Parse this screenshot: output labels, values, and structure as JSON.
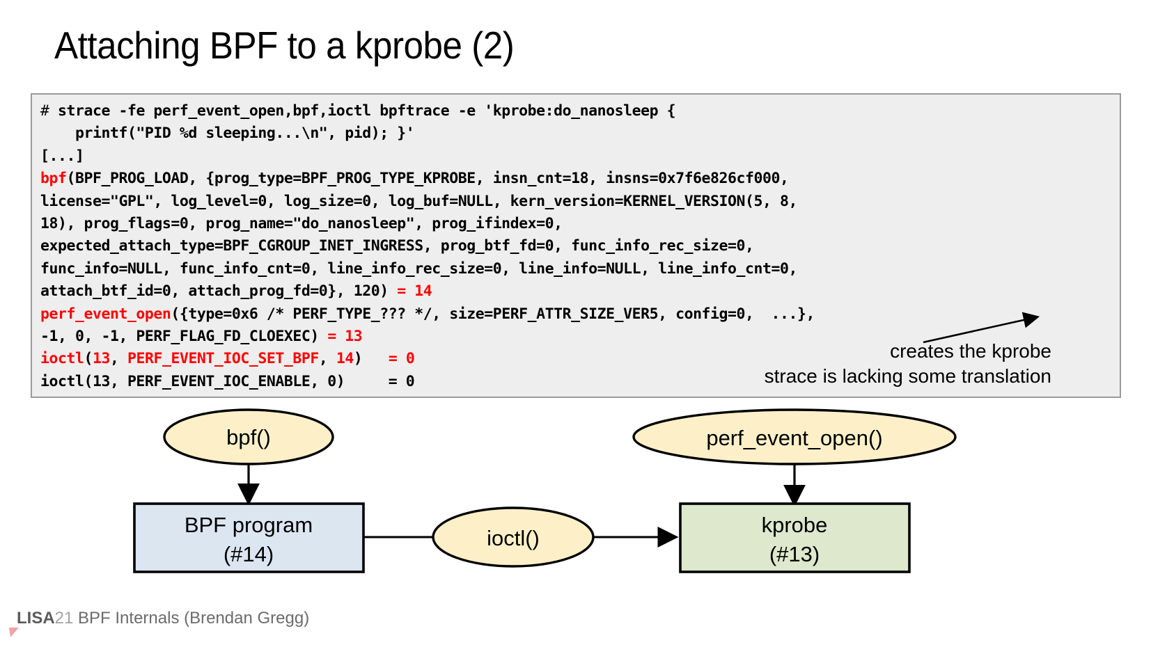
{
  "slide": {
    "title": "Attaching BPF to a kprobe (2)"
  },
  "code_block": {
    "lines": [
      {
        "id": "l1",
        "segments": [
          {
            "text": "# ",
            "style": "plain"
          },
          {
            "text": "strace -fe perf_event_open,bpf,ioctl bpftrace -e 'kprobe:do_nanosleep {",
            "style": "bold"
          }
        ]
      },
      {
        "id": "l2",
        "segments": [
          {
            "text": "    printf(\"PID %d sleeping...\\n\", pid); }'",
            "style": "bold"
          }
        ]
      },
      {
        "id": "l3",
        "segments": [
          {
            "text": "[...]",
            "style": "bold"
          }
        ]
      },
      {
        "id": "l4",
        "segments": [
          {
            "text": "bpf",
            "style": "red"
          },
          {
            "text": "(BPF_PROG_LOAD, {prog_type=BPF_PROG_TYPE_KPROBE, insn_cnt=18, insns=0x7f6e826cf000,",
            "style": "bold"
          }
        ]
      },
      {
        "id": "l5",
        "segments": [
          {
            "text": "license=\"GPL\", log_level=0, log_size=0, log_buf=NULL, kern_version=KERNEL_VERSION(5, 8,",
            "style": "bold"
          }
        ]
      },
      {
        "id": "l6",
        "segments": [
          {
            "text": "18), prog_flags=0, prog_name=\"do_nanosleep\", prog_ifindex=0,",
            "style": "bold"
          }
        ]
      },
      {
        "id": "l7",
        "segments": [
          {
            "text": "expected_attach_type=BPF_CGROUP_INET_INGRESS, prog_btf_fd=0, func_info_rec_size=0,",
            "style": "bold"
          }
        ]
      },
      {
        "id": "l8",
        "segments": [
          {
            "text": "func_info=NULL, func_info_cnt=0, line_info_rec_size=0, line_info=NULL, line_info_cnt=0,",
            "style": "bold"
          }
        ]
      },
      {
        "id": "l9",
        "segments": [
          {
            "text": "attach_btf_id=0, attach_prog_fd=0}, 120) ",
            "style": "bold"
          },
          {
            "text": "= 14",
            "style": "red"
          }
        ]
      },
      {
        "id": "l10",
        "segments": [
          {
            "text": "perf_event_open",
            "style": "red"
          },
          {
            "text": "({type=0x6 /* PERF_TYPE_??? */, size=PERF_ATTR_SIZE_VER5, config=0,  ...},",
            "style": "bold"
          }
        ]
      },
      {
        "id": "l11",
        "segments": [
          {
            "text": "-1, 0, -1, PERF_FLAG_FD_CLOEXEC) ",
            "style": "bold"
          },
          {
            "text": "= 13",
            "style": "red"
          }
        ]
      },
      {
        "id": "l12",
        "segments": [
          {
            "text": "ioctl",
            "style": "red"
          },
          {
            "text": "(",
            "style": "bold"
          },
          {
            "text": "13",
            "style": "red"
          },
          {
            "text": ", ",
            "style": "bold"
          },
          {
            "text": "PERF_EVENT_IOC_SET_BPF",
            "style": "red"
          },
          {
            "text": ", ",
            "style": "bold"
          },
          {
            "text": "14",
            "style": "red"
          },
          {
            "text": ")   ",
            "style": "bold"
          },
          {
            "text": "= 0",
            "style": "red"
          }
        ]
      },
      {
        "id": "l13",
        "segments": [
          {
            "text": "ioctl(13, PERF_EVENT_IOC_ENABLE, 0)     = 0",
            "style": "bold"
          }
        ]
      }
    ],
    "background_color": "#eeeeee",
    "border_color": "#9a9a9a",
    "highlight_color": "#ff0000"
  },
  "callouts": {
    "creates_kprobe": "creates the kprobe",
    "strace_translation": "strace is lacking some translation"
  },
  "diagram": {
    "nodes": [
      {
        "id": "bpf-call",
        "label": "bpf()",
        "shape": "ellipse",
        "fill": "#fdf0c8"
      },
      {
        "id": "perf-event-open-call",
        "label": "perf_event_open()",
        "shape": "ellipse",
        "fill": "#fdf0c8"
      },
      {
        "id": "ioctl-call",
        "label": "ioctl()",
        "shape": "ellipse",
        "fill": "#fdf0c8"
      },
      {
        "id": "bpf-program",
        "label_line1": "BPF program",
        "label_line2": "(#14)",
        "shape": "rect",
        "fill": "#dce6f1"
      },
      {
        "id": "kprobe",
        "label_line1": "kprobe",
        "label_line2": "(#13)",
        "shape": "rect",
        "fill": "#dde8cc"
      }
    ]
  },
  "footer": {
    "brand": "LISA",
    "year": "21",
    "subtitle": " BPF Internals (Brendan Gregg)"
  }
}
